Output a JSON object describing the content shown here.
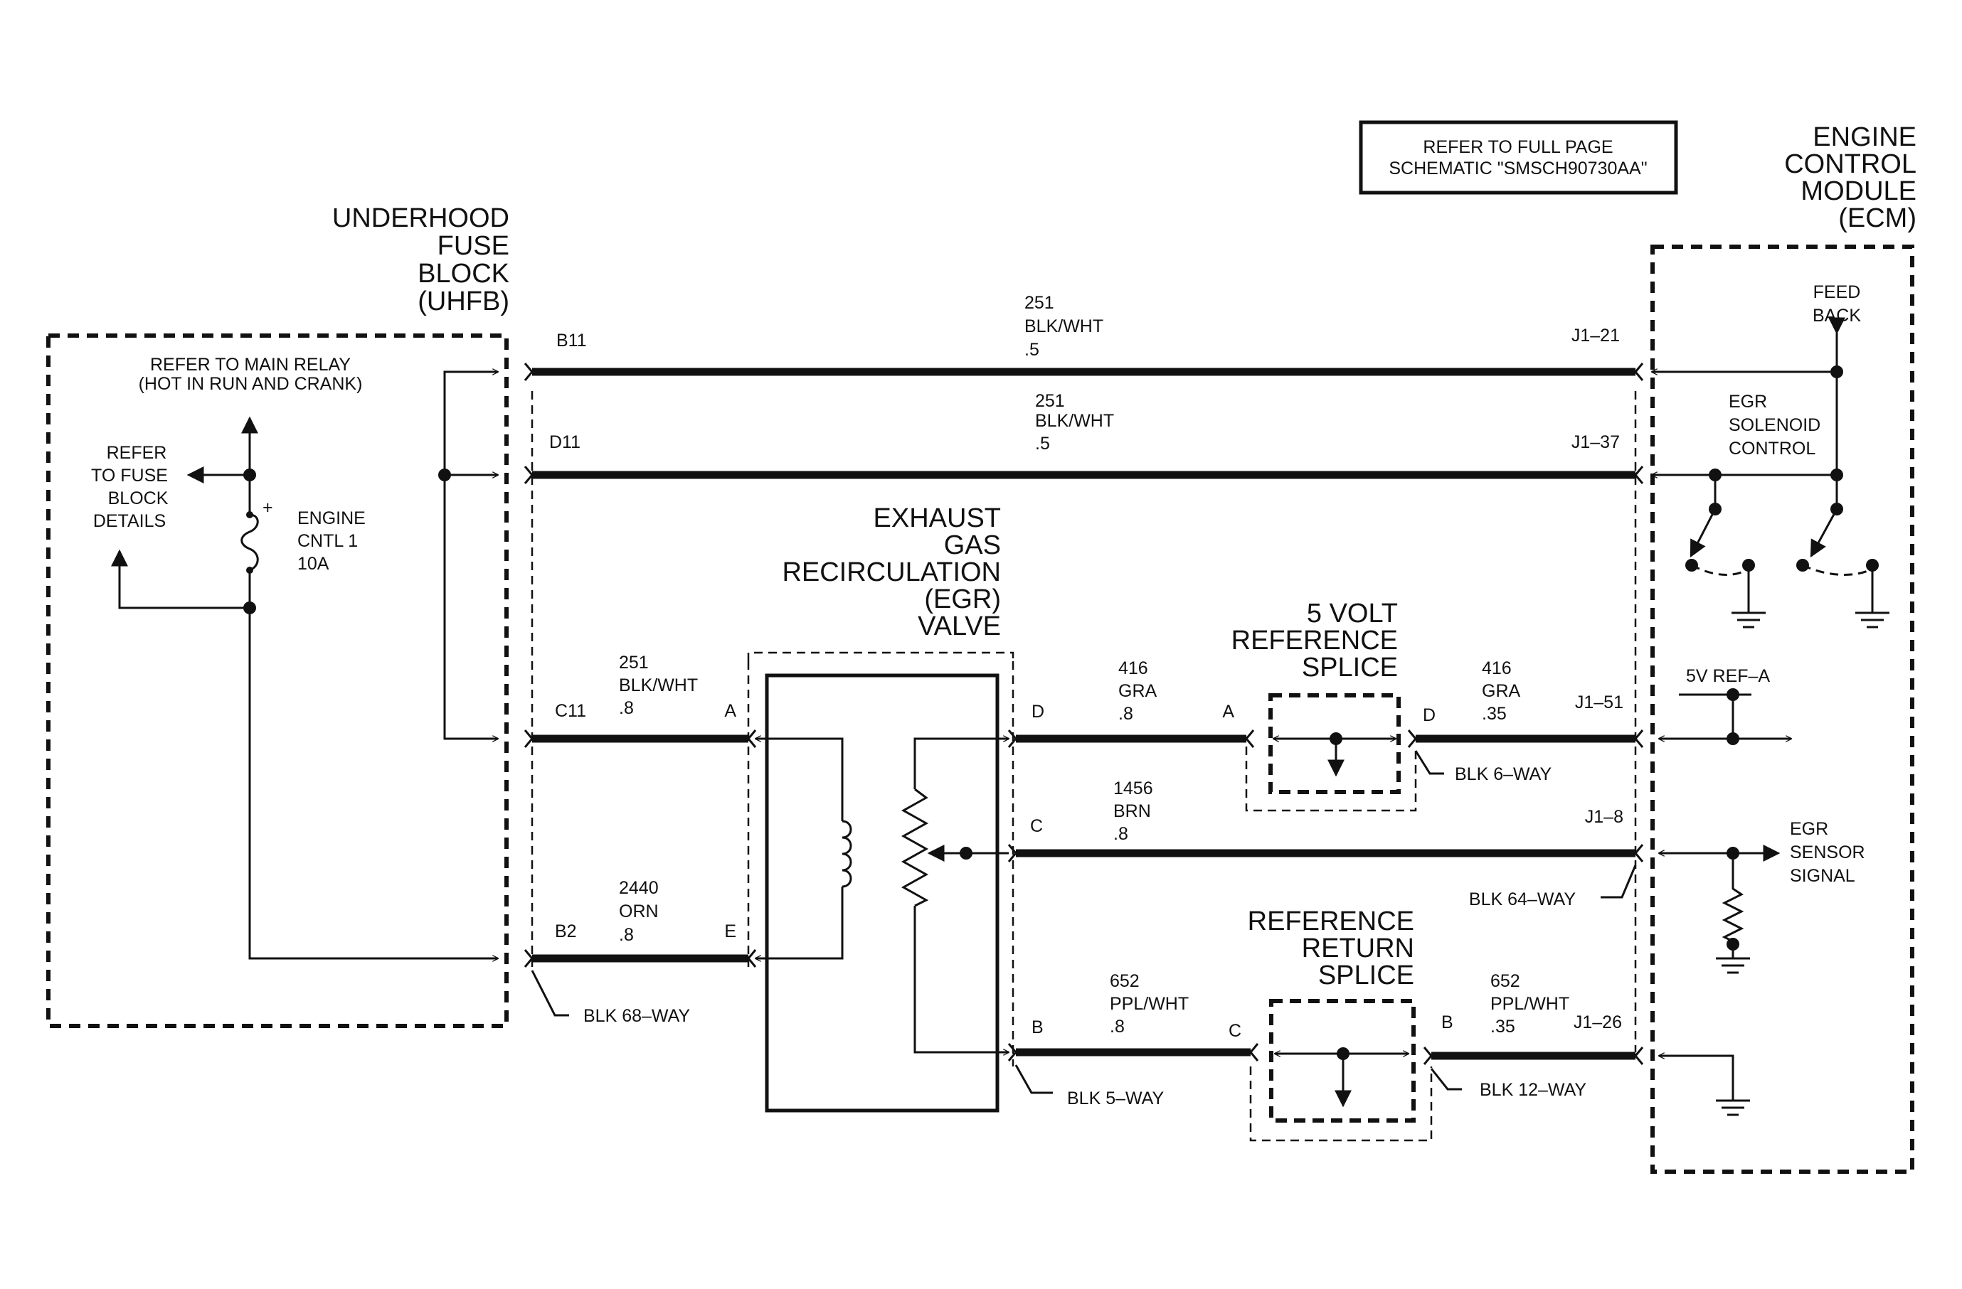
{
  "note_box": {
    "line1": "REFER TO FULL PAGE",
    "line2": "SCHEMATIC \"SMSCH90730AA\""
  },
  "uhfb": {
    "title": [
      "UNDERHOOD",
      "FUSE",
      "BLOCK",
      "(UHFB)"
    ],
    "relay": [
      "REFER TO MAIN RELAY",
      "(HOT IN RUN AND CRANK)"
    ],
    "fuse_ref": [
      "REFER",
      "TO FUSE",
      "BLOCK",
      "DETAILS"
    ],
    "fuse": [
      "ENGINE",
      "CNTL 1",
      "10A"
    ],
    "plus": "+",
    "pins": [
      "B11",
      "D11",
      "C11",
      "B2"
    ],
    "connector": "BLK 68–WAY"
  },
  "ecm": {
    "title": [
      "ENGINE",
      "CONTROL",
      "MODULE",
      "(ECM)"
    ],
    "feedback": [
      "FEED",
      "BACK"
    ],
    "solenoid": [
      "EGR",
      "SOLENOID",
      "CONTROL"
    ],
    "ref": "5V REF–A",
    "sensor": [
      "EGR",
      "SENSOR",
      "SIGNAL"
    ],
    "pins": [
      "J1–21",
      "J1–37",
      "J1–51",
      "J1–8",
      "J1–26"
    ],
    "connector_64": "BLK 64–WAY",
    "connector_12": "BLK 12–WAY"
  },
  "egr_valve": {
    "title": [
      "EXHAUST",
      "GAS",
      "RECIRCULATION",
      "(EGR)",
      "VALVE"
    ],
    "pins": [
      "A",
      "E",
      "D",
      "C",
      "B"
    ],
    "connector": "BLK 5–WAY"
  },
  "splice_5v": {
    "title": [
      "5 VOLT",
      "REFERENCE",
      "SPLICE"
    ],
    "pin_in": "A",
    "pin_out": "D",
    "connector": "BLK 6–WAY"
  },
  "splice_ret": {
    "title": [
      "REFERENCE",
      "RETURN",
      "SPLICE"
    ],
    "pin_in": "C",
    "pin_out": "B"
  },
  "wires": {
    "w1": [
      "251",
      "BLK/WHT",
      ".5"
    ],
    "w2": [
      "251",
      "BLK/WHT",
      ".5"
    ],
    "w3": [
      "251",
      "BLK/WHT",
      ".8"
    ],
    "w4": [
      "2440",
      "ORN",
      ".8"
    ],
    "w5a": [
      "416",
      "GRA",
      ".8"
    ],
    "w5b": [
      "416",
      "GRA",
      ".35"
    ],
    "w6": [
      "1456",
      "BRN",
      ".8"
    ],
    "w7a": [
      "652",
      "PPL/WHT",
      ".8"
    ],
    "w7b": [
      "652",
      "PPL/WHT",
      ".35"
    ]
  }
}
